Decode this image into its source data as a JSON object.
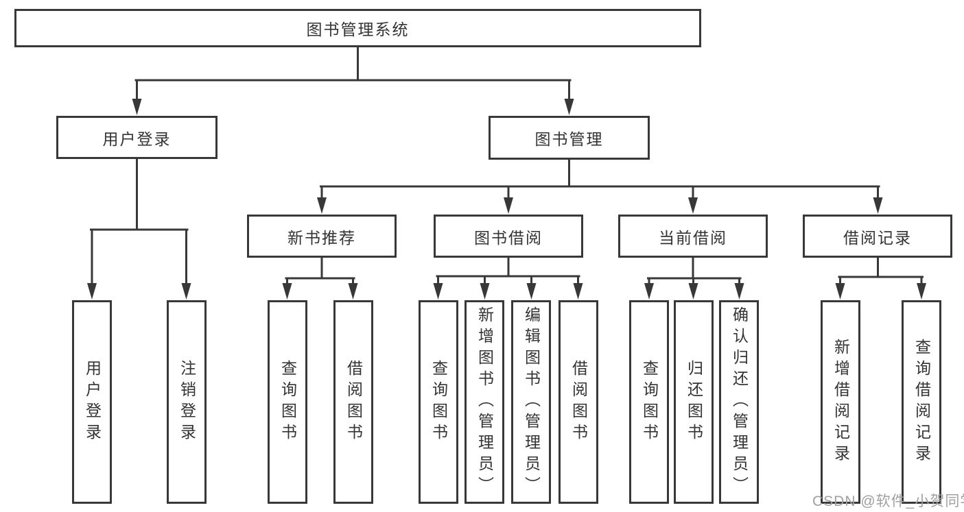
{
  "diagram": {
    "root": "图书管理系统",
    "branches": [
      {
        "id": "user-login",
        "label": "用户登录",
        "leaves": [
          "用户登录",
          "注销登录"
        ]
      },
      {
        "id": "book-management",
        "label": "图书管理",
        "groups": [
          {
            "id": "new-book-recommend",
            "label": "新书推荐",
            "leaves": [
              "查询图书",
              "借阅图书"
            ]
          },
          {
            "id": "book-borrowing",
            "label": "图书借阅",
            "leaves": [
              "查询图书",
              "新增图书（管理员）",
              "编辑图书（管理员）",
              "借阅图书"
            ]
          },
          {
            "id": "current-borrowing",
            "label": "当前借阅",
            "leaves": [
              "查询图书",
              "归还图书",
              "确认归还（管理员）"
            ]
          },
          {
            "id": "borrowing-records",
            "label": "借阅记录",
            "leaves": [
              "新增借阅记录",
              "查询借阅记录"
            ]
          }
        ]
      }
    ]
  },
  "watermark": "CSDN @软件_小贺同学",
  "colors": {
    "line": "#383838",
    "text": "#333333",
    "watermark": "#a0a0a0",
    "background": "#ffffff"
  }
}
